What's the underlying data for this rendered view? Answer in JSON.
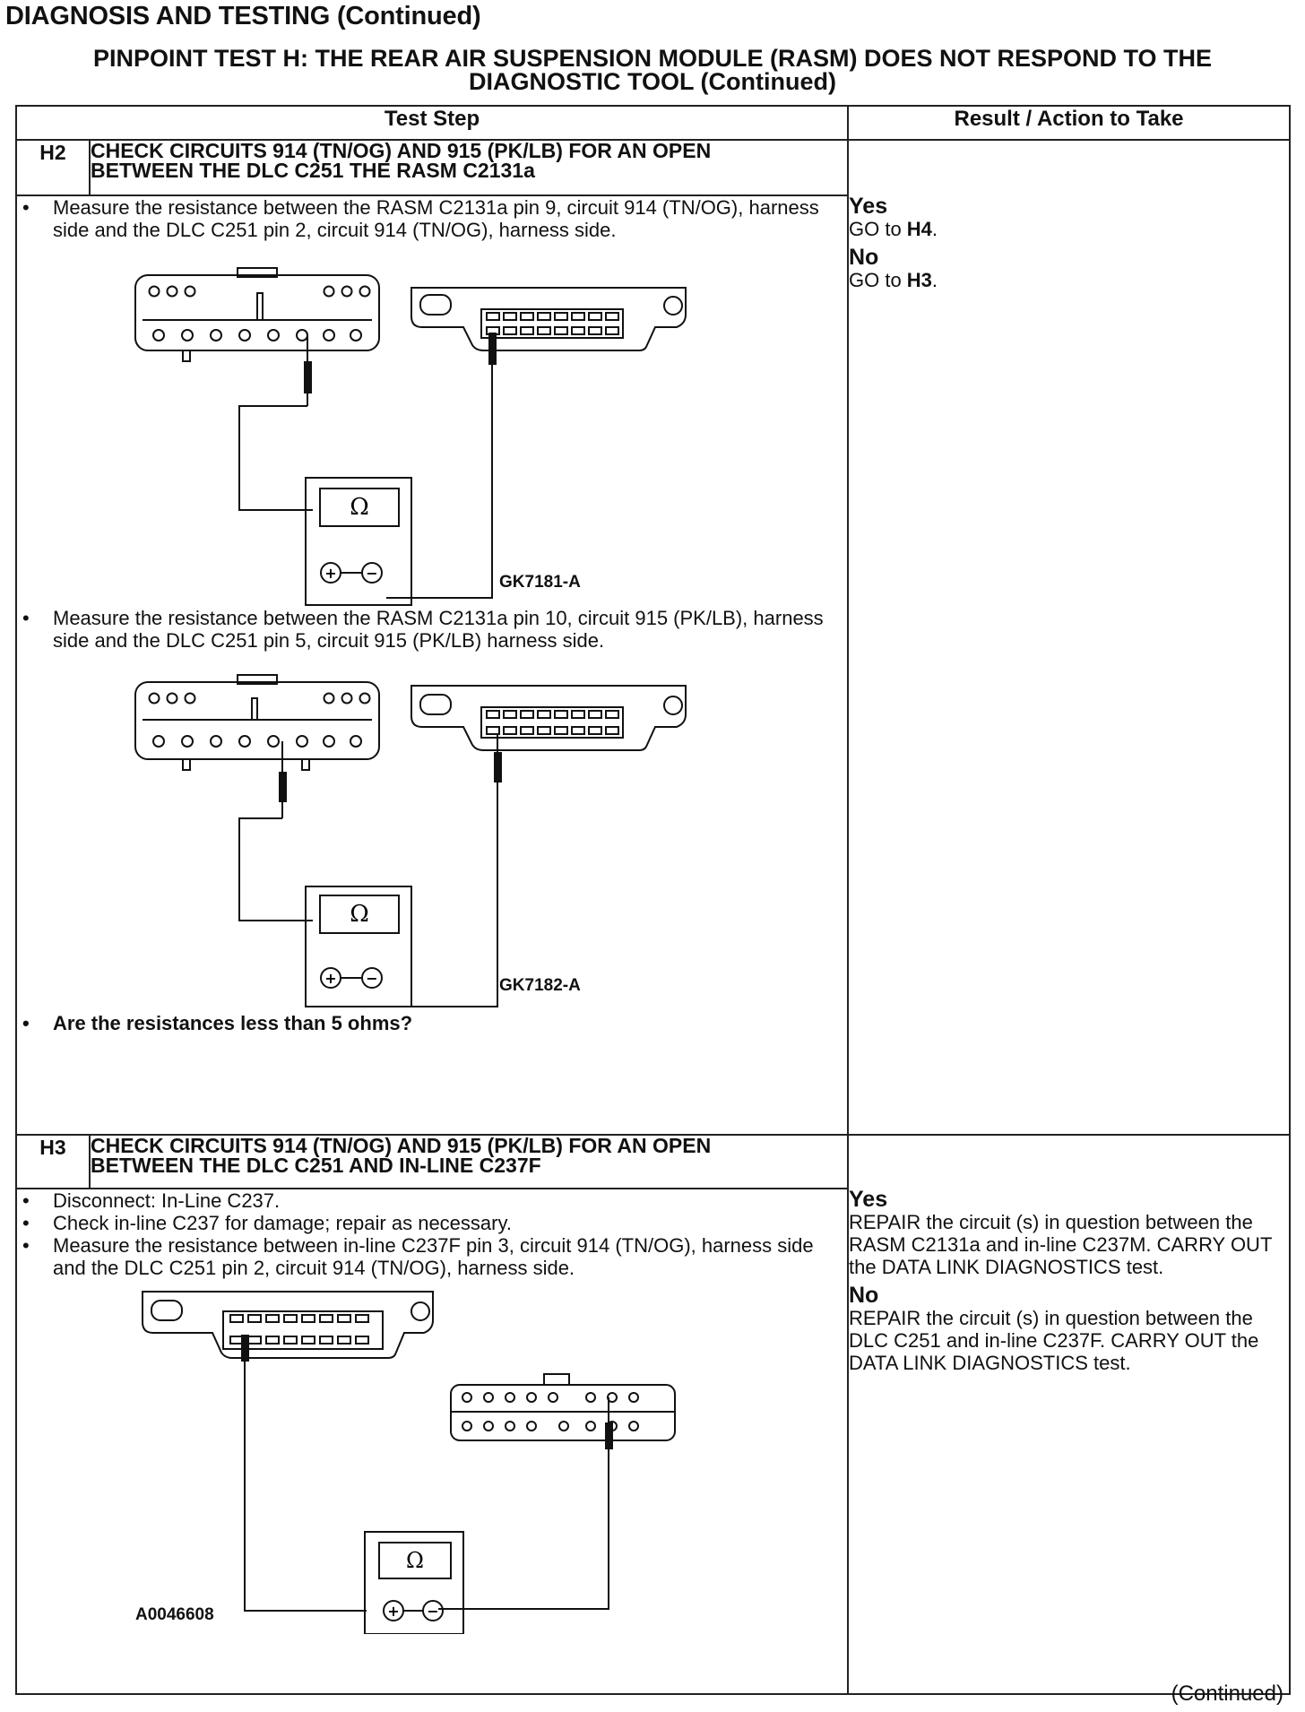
{
  "header": {
    "title": "DIAGNOSIS AND TESTING (Continued)",
    "subtitle_line1": "PINPOINT TEST H: THE REAR AIR SUSPENSION MODULE (RASM) DOES NOT RESPOND TO THE",
    "subtitle_line2": "DIAGNOSTIC TOOL (Continued)"
  },
  "table": {
    "col_test_step": "Test Step",
    "col_result": "Result / Action to Take"
  },
  "step_h2": {
    "id": "H2",
    "title_line1": "CHECK CIRCUITS 914 (TN/OG) AND 915 (PK/LB) FOR AN OPEN",
    "title_line2": "BETWEEN THE DLC C251 THE RASM C2131a",
    "bullet1": "Measure the resistance between the RASM C2131a pin 9, circuit 914 (TN/OG), harness side and the DLC C251 pin 2, circuit 914 (TN/OG), harness side.",
    "figure1_id": "GK7181-A",
    "bullet2": "Measure the resistance between the RASM C2131a pin 10, circuit 915 (PK/LB), harness side and the DLC C251 pin 5, circuit 915 (PK/LB) harness side.",
    "figure2_id": "GK7182-A",
    "question": "Are the resistances less than 5 ohms?",
    "yes_label": "Yes",
    "yes_action_prefix": "GO to ",
    "yes_target": "H4",
    "yes_suffix": ".",
    "no_label": "No",
    "no_action_prefix": "GO to ",
    "no_target": "H3",
    "no_suffix": "."
  },
  "step_h3": {
    "id": "H3",
    "title_line1": "CHECK CIRCUITS 914 (TN/OG) AND 915 (PK/LB) FOR AN OPEN",
    "title_line2": "BETWEEN THE DLC C251 AND IN-LINE C237F",
    "bullet1": "Disconnect: In-Line C237.",
    "bullet2": "Check in-line C237 for damage; repair as necessary.",
    "bullet3": "Measure the resistance between in-line C237F pin 3, circuit 914 (TN/OG), harness side and the DLC C251 pin 2, circuit 914 (TN/OG), harness side.",
    "figure_id": "A0046608",
    "yes_label": "Yes",
    "yes_action": "REPAIR the circuit (s) in question between the RASM C2131a and in-line C237M. CARRY OUT the DATA LINK DIAGNOSTICS test.",
    "no_label": "No",
    "no_action": "REPAIR the circuit (s) in question between the DLC C251 and in-line C237F. CARRY OUT the DATA LINK DIAGNOSTICS test."
  },
  "meter": {
    "symbol": "Ω",
    "plus": "+",
    "minus": "−"
  },
  "footer": {
    "continued": "(Continued)"
  }
}
